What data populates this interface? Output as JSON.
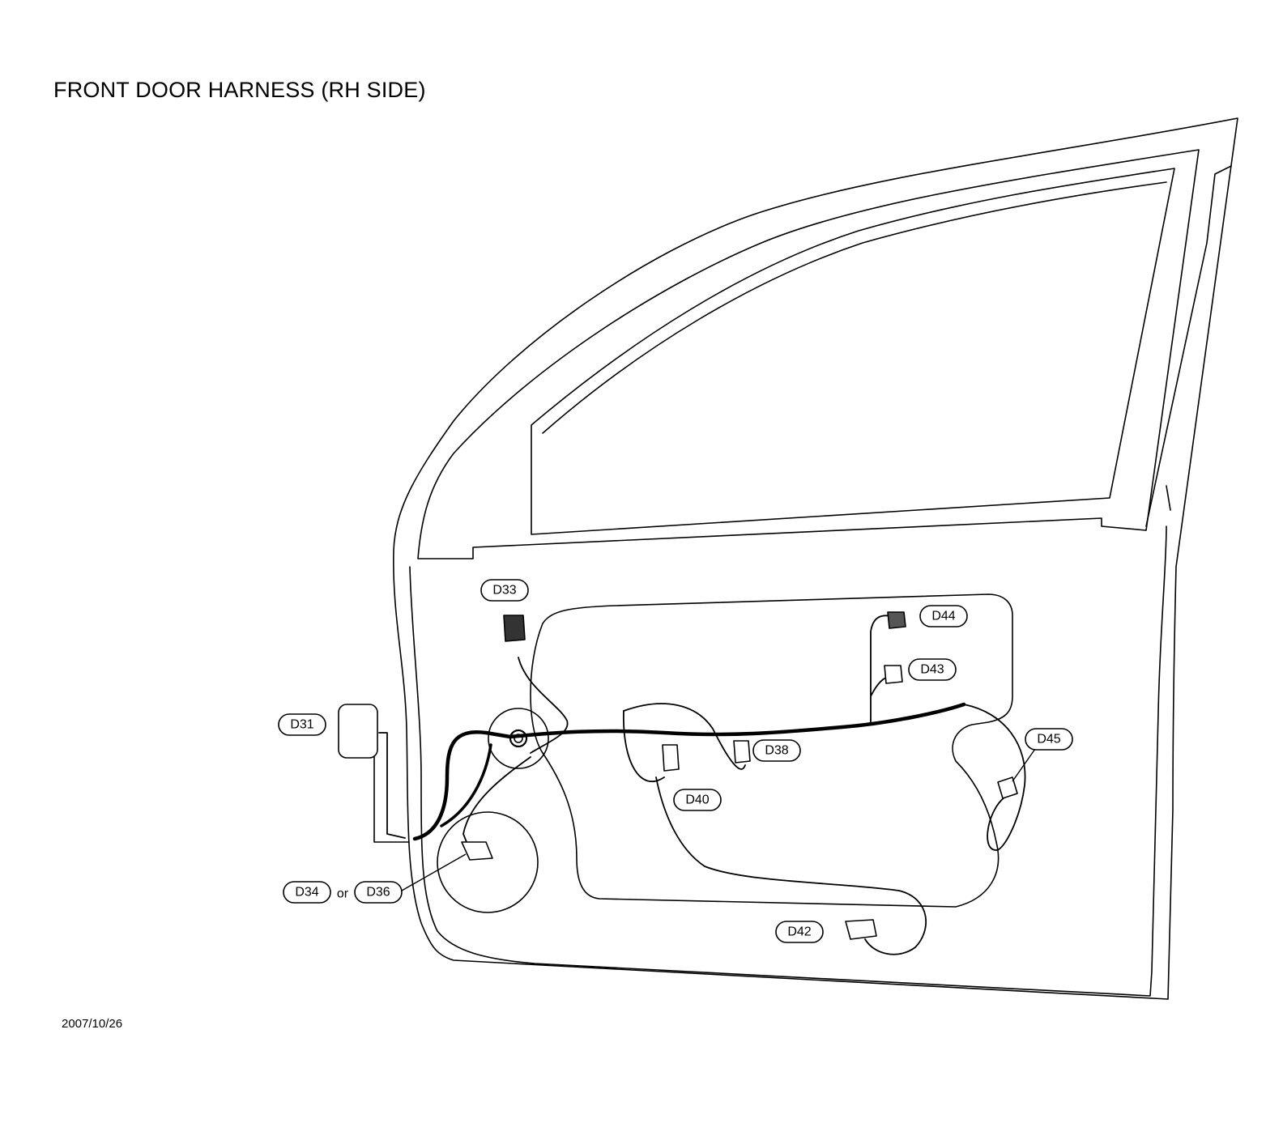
{
  "title": "FRONT DOOR HARNESS (RH SIDE)",
  "date": "2007/10/26",
  "connectors": {
    "d31": "D31",
    "d33": "D33",
    "d34": "D34",
    "or": "or",
    "d36": "D36",
    "d38": "D38",
    "d40": "D40",
    "d42": "D42",
    "d43": "D43",
    "d44": "D44",
    "d45": "D45"
  }
}
